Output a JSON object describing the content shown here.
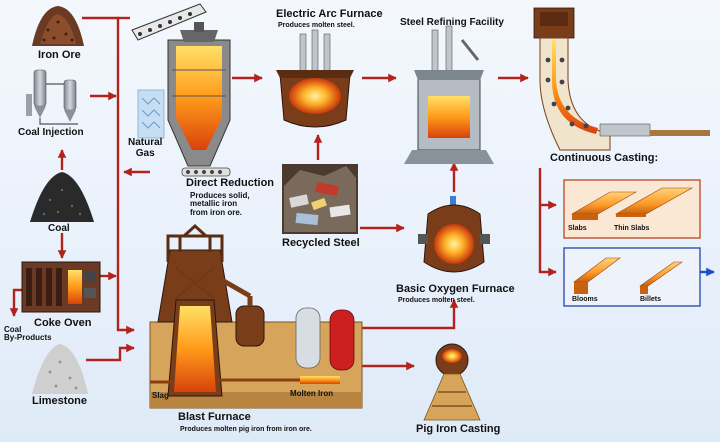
{
  "labels": {
    "iron_ore": "Iron Ore",
    "coal_injection": "Coal Injection",
    "coal": "Coal",
    "coke_oven": "Coke Oven",
    "coal_byproducts": "Coal\nBy-Products",
    "limestone": "Limestone",
    "natural_gas": "Natural\nGas",
    "direct_reduction_title": "Direct Reduction",
    "direct_reduction_desc": "Produces solid,\nmetallic iron\nfrom iron ore.",
    "eaf_title": "Electric Arc Furnace",
    "eaf_desc": "Produces molten steel.",
    "refining_title": "Steel Refining Facility",
    "recycled_steel": "Recycled Steel",
    "bof_title": "Basic Oxygen Furnace",
    "bof_desc": "Produces molten steel.",
    "blast_furnace_title": "Blast Furnace",
    "blast_furnace_desc": "Produces molten pig iron from iron ore.",
    "slag": "Slag",
    "molten_iron": "Molten Iron",
    "pig_iron_casting": "Pig Iron Casting",
    "continuous_casting": "Continuous Casting:",
    "slabs": "Slabs",
    "thin_slabs": "Thin Slabs",
    "blooms": "Blooms",
    "billets": "Billets"
  },
  "colors": {
    "arrow": "#b3231e",
    "molten": "#ff9a1a",
    "furnace_brown": "#7a3d1a",
    "steel_gray": "#a8b0b8"
  }
}
